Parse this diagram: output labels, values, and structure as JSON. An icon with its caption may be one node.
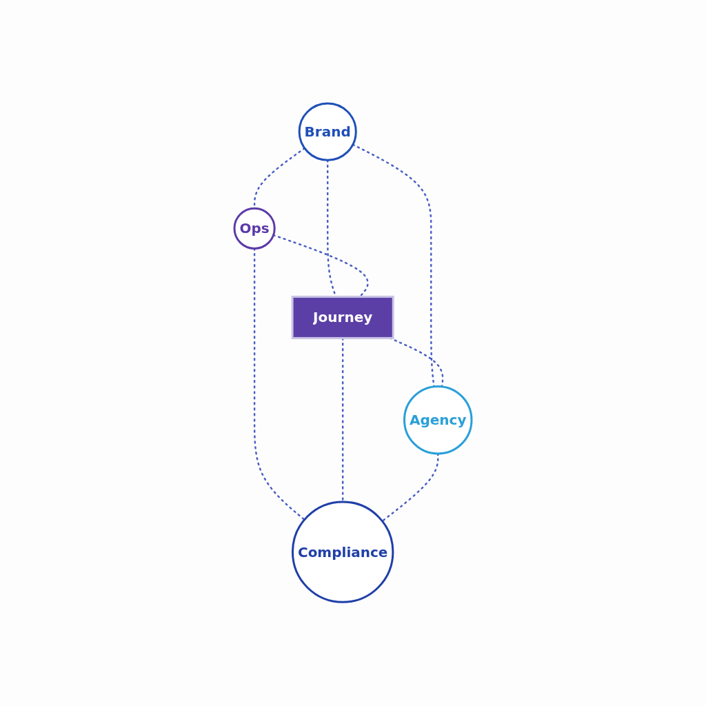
{
  "diagram": {
    "nodes": [
      {
        "text": [
          "Brand"
        ]
      },
      {
        "text": [
          "Ops"
        ]
      },
      {
        "text": [
          "Journey"
        ]
      },
      {
        "text": [
          "Agency"
        ]
      },
      {
        "text": [
          "Compliance"
        ]
      }
    ],
    "edges": [
      {
        "from": 0,
        "to": 1,
        "arrow": "none",
        "style": "dashed"
      },
      {
        "from": 0,
        "to": 2,
        "arrow": "none",
        "style": "dashed"
      },
      {
        "from": 1,
        "to": 2,
        "arrow": "none",
        "style": "dashed"
      },
      {
        "from": 0,
        "to": 3,
        "arrow": "none",
        "style": "dashed"
      },
      {
        "from": 1,
        "to": 4,
        "arrow": "none",
        "style": "dashed"
      },
      {
        "from": 2,
        "to": 3,
        "arrow": "none",
        "style": "dashed"
      },
      {
        "from": 2,
        "to": 4,
        "arrow": "none",
        "style": "dashed"
      },
      {
        "from": 3,
        "to": 4,
        "arrow": "none",
        "style": "dashed"
      }
    ]
  }
}
